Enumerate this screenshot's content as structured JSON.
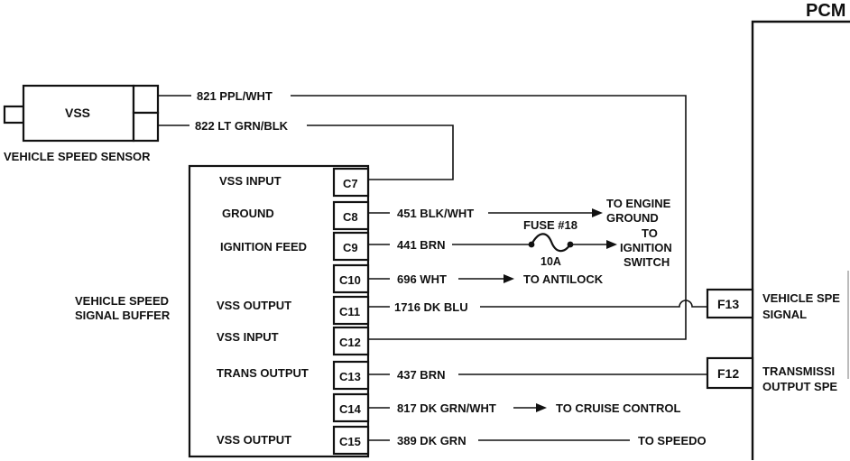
{
  "pcm": {
    "label": "PCM"
  },
  "vss": {
    "label": "VSS",
    "caption": "VEHICLE SPEED SENSOR",
    "wire_top": "821 PPL/WHT",
    "wire_bottom": "822 LT GRN/BLK"
  },
  "buffer": {
    "label_line1": "VEHICLE SPEED",
    "label_line2": "SIGNAL BUFFER",
    "rows": [
      {
        "name": "VSS INPUT",
        "pin": "C7",
        "wire": "",
        "dest": ""
      },
      {
        "name": "GROUND",
        "pin": "C8",
        "wire": "451 BLK/WHT",
        "dest": ""
      },
      {
        "name": "IGNITION FEED",
        "pin": "C9",
        "wire": "441 BRN",
        "dest": ""
      },
      {
        "name": "",
        "pin": "C10",
        "wire": "696 WHT",
        "dest": "TO ANTILOCK"
      },
      {
        "name": "VSS OUTPUT",
        "pin": "C11",
        "wire": "1716 DK BLU",
        "dest": ""
      },
      {
        "name": "VSS INPUT",
        "pin": "C12",
        "wire": "",
        "dest": ""
      },
      {
        "name": "TRANS OUTPUT",
        "pin": "C13",
        "wire": "437 BRN",
        "dest": ""
      },
      {
        "name": "",
        "pin": "C14",
        "wire": "817 DK GRN/WHT",
        "dest": "TO CRUISE CONTROL"
      },
      {
        "name": "VSS OUTPUT",
        "pin": "C15",
        "wire": "389 DK GRN",
        "dest": "TO SPEEDO"
      }
    ]
  },
  "engine_ground": {
    "line1": "TO ENGINE",
    "line2": "GROUND"
  },
  "fuse": {
    "label": "FUSE #18",
    "rating": "10A"
  },
  "ignition_switch": {
    "line1": "TO",
    "line2": "IGNITION",
    "line3": "SWITCH"
  },
  "pcm_pins": [
    {
      "pin": "F13",
      "line1": "VEHICLE SPE",
      "line2": "SIGNAL"
    },
    {
      "pin": "F12",
      "line1": "TRANSMISSI",
      "line2": "OUTPUT SPE"
    }
  ]
}
